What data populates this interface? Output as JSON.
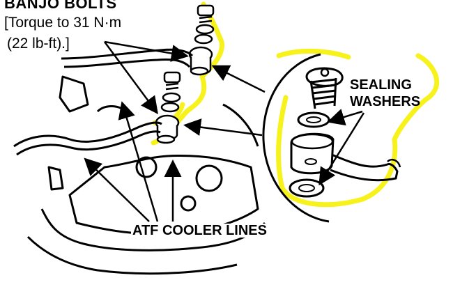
{
  "labels": {
    "banjo_title": "BANJO BOLTS",
    "banjo_torque": "[Torque to 31 N·m",
    "banjo_torque_lbft": "(22 lb-ft).]",
    "sealing_line1": "SEALING",
    "sealing_line2": "WASHERS",
    "atf_cooler_lines": "ATF COOLER LINES"
  },
  "colors": {
    "highlight": "#f7f21c",
    "ink": "#000000",
    "paper": "#ffffff"
  }
}
